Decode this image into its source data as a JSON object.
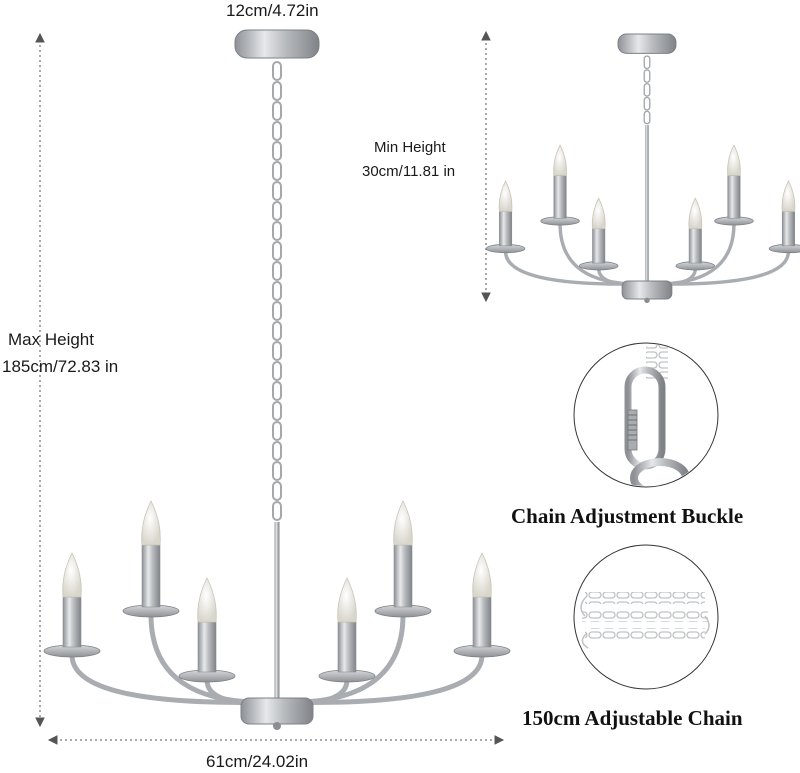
{
  "dimensions": {
    "canopy_width": "12cm/4.72in",
    "max_height_title": "Max Height",
    "max_height_value": "185cm/72.83 in",
    "min_height_title": "Min Height",
    "min_height_value": "30cm/11.81 in",
    "width": "61cm/24.02in"
  },
  "features": [
    {
      "caption": "Chain Adjustment Buckle"
    },
    {
      "caption": "150cm Adjustable Chain"
    }
  ],
  "product": {
    "lights": 6,
    "finish": "brushed nickel"
  },
  "colors": {
    "metal": "#b9bcbf",
    "metal_dark": "#7d8185",
    "bulb": "#f2f0ea",
    "dim_line": "#555555"
  }
}
